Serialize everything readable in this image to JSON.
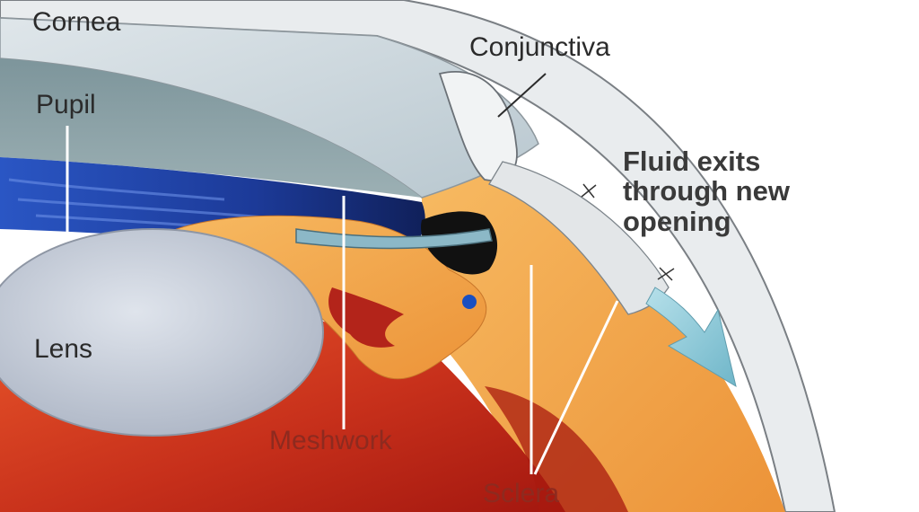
{
  "labels": {
    "cornea": "Cornea",
    "pupil": "Pupil",
    "lens": "Lens",
    "conjunctiva": "Conjunctiva",
    "meshwork": "Meshwork",
    "sclera": "Sclera",
    "callout": {
      "line1": "Fluid exits",
      "line2": "through new",
      "line3": "opening"
    }
  },
  "colors": {
    "label_dark": "#2b2b2b",
    "label_red": "#8e2a1f",
    "callout": "#3a3a3a",
    "cornea": "#c9d5dc",
    "anterior_chamber": "#8aa0a6",
    "iris_blue": "#1f3f9e",
    "lens": "#c4ccd8",
    "sclera_orange": "#f2a44a",
    "choroid_red": "#c8321c",
    "flow_arrow": "#8ccbd8"
  }
}
